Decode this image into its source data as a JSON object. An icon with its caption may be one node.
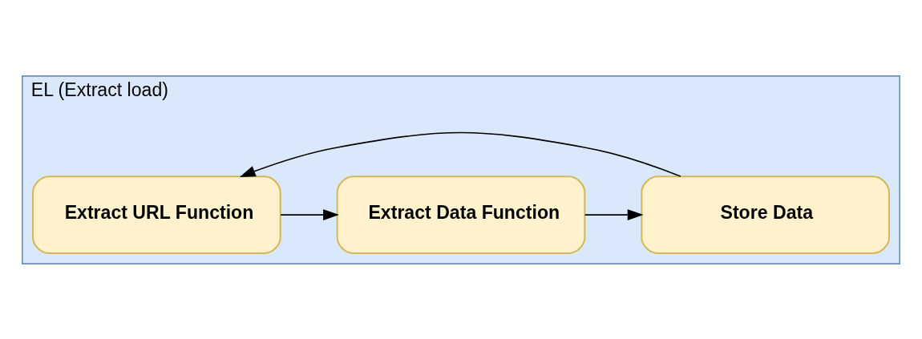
{
  "diagram": {
    "nodes": [
      {
        "text": [
          "EL (Extract load)"
        ]
      },
      {
        "text": [
          "Extract URL Function"
        ],
        "in": 0
      },
      {
        "text": [
          "Extract Data Function"
        ],
        "in": 0
      },
      {
        "text": [
          "Store Data"
        ],
        "in": 0
      }
    ],
    "edges": [
      {
        "from": 1,
        "to": 2,
        "arrow": "to"
      },
      {
        "from": 2,
        "to": 3,
        "arrow": "to"
      },
      {
        "from": 3,
        "to": 1,
        "arrow": "to"
      }
    ]
  }
}
